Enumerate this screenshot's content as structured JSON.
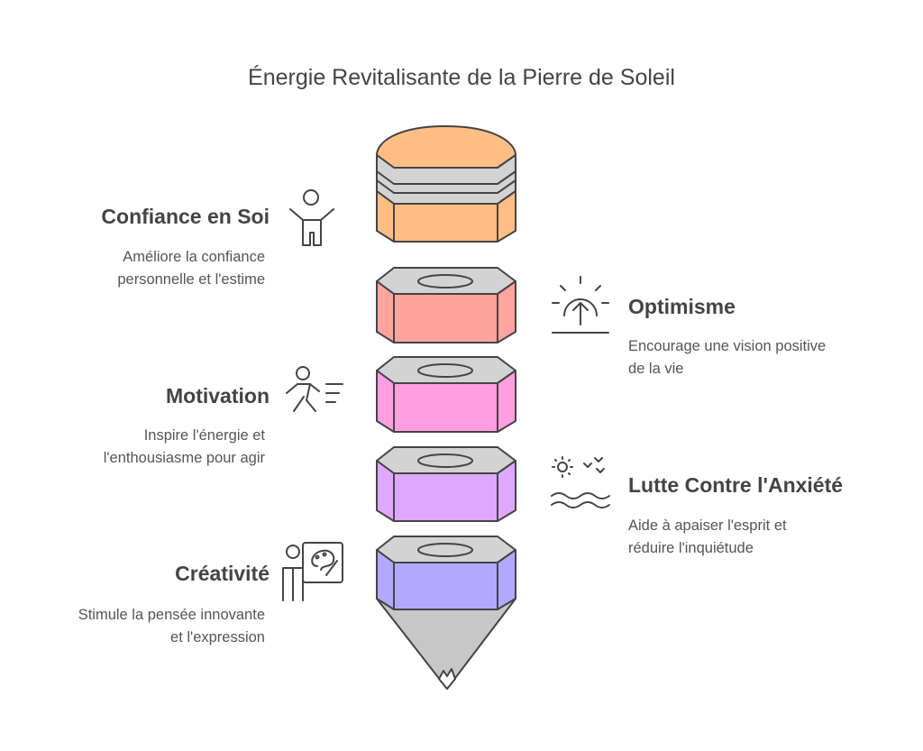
{
  "title": "Énergie Revitalisante de la Pierre de Soleil",
  "colors": {
    "cap": "#FFBE83",
    "band": "#D3D3D3",
    "segment_1": "#FFBE83",
    "segment_2": "#FFA49E",
    "segment_3": "#FF9EE0",
    "segment_4": "#DEA8FF",
    "segment_5": "#B3A8FF",
    "tip": "#C7C7C7",
    "stroke": "#444444"
  },
  "items": [
    {
      "title": "Confiance en Soi",
      "lines": [
        "Améliore la confiance",
        "personnelle et l'estime"
      ],
      "icon": "person-raising-arms-icon"
    },
    {
      "title": "Optimisme",
      "lines": [
        "Encourage une vision positive",
        "de la vie"
      ],
      "icon": "sunrise-icon"
    },
    {
      "title": "Motivation",
      "lines": [
        "Inspire l'énergie et",
        "l'enthousiasme pour agir"
      ],
      "icon": "running-person-icon"
    },
    {
      "title": "Lutte Contre l'Anxiété",
      "lines": [
        "Aide à apaiser l'esprit et",
        "réduire l'inquiétude"
      ],
      "icon": "calm-sun-waves-icon"
    },
    {
      "title": "Créativité",
      "lines": [
        "Stimule la pensée innovante",
        "et l'expression"
      ],
      "icon": "painter-palette-icon"
    }
  ]
}
